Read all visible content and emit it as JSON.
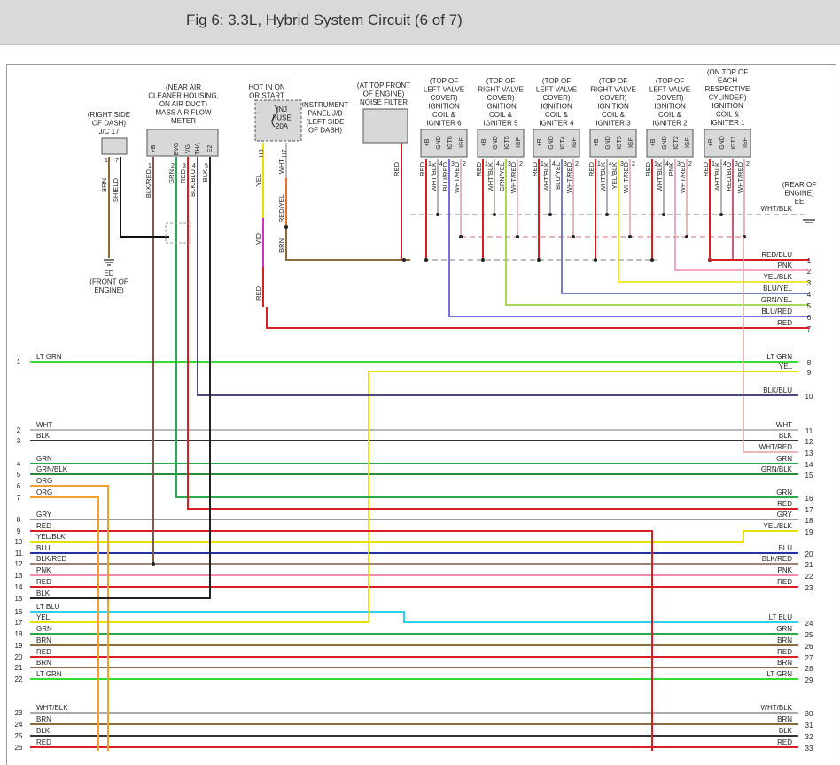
{
  "title": "Fig 6: 3.3L, Hybrid System Circuit (6 of 7)",
  "components": [
    {
      "id": "jc17",
      "lines": [
        "(RIGHT SIDE",
        "OF DASH)",
        "J/C 17"
      ]
    },
    {
      "id": "maf",
      "lines": [
        "(NEAR AIR",
        "CLEANER HOUSING,",
        "ON AIR DUCT)",
        "MASS AIR FLOW",
        "METER"
      ]
    },
    {
      "id": "hot",
      "lines": [
        "HOT IN ON",
        "OR START"
      ]
    },
    {
      "id": "ipjb",
      "lines": [
        "INSTRUMENT",
        "PANEL J/B",
        "(LEFT SIDE",
        "OF DASH)"
      ]
    },
    {
      "id": "fuse",
      "lines": [
        "INJ",
        "FUSE",
        "20A"
      ]
    },
    {
      "id": "noise",
      "lines": [
        "(AT TOP FRONT",
        "OF ENGINE)",
        "NOISE FILTER"
      ]
    },
    {
      "id": "ign6",
      "lines": [
        "(TOP OF",
        "LEFT VALVE",
        "COVER)",
        "IGNITION",
        "COIL &",
        "IGNITER 6"
      ]
    },
    {
      "id": "ign5",
      "lines": [
        "(TOP OF",
        "RIGHT VALVE",
        "COVER)",
        "IGNITION",
        "COIL &",
        "IGNITER 5"
      ]
    },
    {
      "id": "ign4",
      "lines": [
        "(TOP OF",
        "LEFT VALVE",
        "COVER)",
        "IGNITION",
        "COIL &",
        "IGNITER 4"
      ]
    },
    {
      "id": "ign3",
      "lines": [
        "(TOP OF",
        "RIGHT VALVE",
        "COVER)",
        "IGNITION",
        "COIL &",
        "IGNITER 3"
      ]
    },
    {
      "id": "ign2",
      "lines": [
        "(TOP OF",
        "LEFT VALVE",
        "COVER)",
        "IGNITION",
        "COIL &",
        "IGNITER 2"
      ]
    },
    {
      "id": "ign1",
      "lines": [
        "(ON TOP OF",
        "EACH",
        "RESPECTIVE",
        "CYLINDER)",
        "IGNITION",
        "COIL &",
        "IGNITER 1"
      ]
    },
    {
      "id": "ed",
      "lines": [
        "ED",
        "(FRONT OF",
        "ENGINE)"
      ]
    },
    {
      "id": "ee",
      "lines": [
        "(REAR OF",
        "ENGINE)",
        "EE"
      ]
    }
  ],
  "pin_labels": {
    "jc17": [
      "1",
      "7"
    ],
    "maf": [
      "+B",
      "EVG",
      "VG",
      "THA",
      "E2"
    ],
    "maf_nums": [
      "1",
      "2",
      "3",
      "4",
      "5"
    ],
    "coil": [
      "+B",
      "GND",
      "IGT",
      "IGF"
    ],
    "coil_igt": [
      "IGT6",
      "IGT5",
      "IGT4",
      "IGT3",
      "IGT2",
      "IGT1"
    ],
    "coil_nums": [
      "1",
      "4",
      "3",
      "2"
    ]
  },
  "upper_wires": [
    {
      "id": "jc17-1",
      "label": "BRN",
      "color": "#8B6B3D"
    },
    {
      "id": "jc17-7",
      "label": "SHIELD",
      "color": "#111111"
    },
    {
      "id": "maf-1",
      "label": "BLK/RED",
      "color": "#7a5a4a"
    },
    {
      "id": "maf-2",
      "label": "GRN",
      "color": "#2aa84a"
    },
    {
      "id": "maf-3",
      "label": "RED",
      "color": "#d81f26"
    },
    {
      "id": "maf-4",
      "label": "BLK/BLU",
      "color": "#4a4a7a"
    },
    {
      "id": "maf-5",
      "label": "BLK",
      "color": "#222222"
    },
    {
      "id": "h8",
      "label": "YEL",
      "color": "#e8e000"
    },
    {
      "id": "h8b",
      "label": "VIO",
      "color": "#cc33cc"
    },
    {
      "id": "h8c",
      "label": "RED",
      "color": "#d81f26"
    },
    {
      "id": "h7",
      "label": "WHT",
      "color": "#bbbbbb"
    },
    {
      "id": "h7b",
      "label": "RED/YEL",
      "color": "#e07030"
    },
    {
      "id": "h7c",
      "label": "BRN",
      "color": "#8B6B3D"
    },
    {
      "id": "nf",
      "label": "RED",
      "color": "#d81f26"
    },
    {
      "id": "c6-b",
      "label": "RED",
      "color": "#d81f26"
    },
    {
      "id": "c6-g",
      "label": "WHT/BLK",
      "color": "#999999"
    },
    {
      "id": "c6-t",
      "label": "BLU/RED",
      "color": "#4444cc"
    },
    {
      "id": "c6-f",
      "label": "WHT/RED",
      "color": "#e0a0a0"
    },
    {
      "id": "c5-b",
      "label": "RED",
      "color": "#d81f26"
    },
    {
      "id": "c5-g",
      "label": "WHT/BLK",
      "color": "#999999"
    },
    {
      "id": "c5-t",
      "label": "GRN/YEL",
      "color": "#88cc22"
    },
    {
      "id": "c5-f",
      "label": "WHT/RED",
      "color": "#e0a0a0"
    },
    {
      "id": "c4-b",
      "label": "RED",
      "color": "#d81f26"
    },
    {
      "id": "c4-g",
      "label": "WHT/BLK",
      "color": "#999999"
    },
    {
      "id": "c4-t",
      "label": "BLU/YEL",
      "color": "#4455bb"
    },
    {
      "id": "c4-f",
      "label": "WHT/RED",
      "color": "#e0a0a0"
    },
    {
      "id": "c3-b",
      "label": "RED",
      "color": "#d81f26"
    },
    {
      "id": "c3-g",
      "label": "WHT/BLK",
      "color": "#999999"
    },
    {
      "id": "c3-t",
      "label": "YEL/BLK",
      "color": "#e8e000"
    },
    {
      "id": "c3-f",
      "label": "WHT/RED",
      "color": "#e0a0a0"
    },
    {
      "id": "c2-b",
      "label": "RED",
      "color": "#d81f26"
    },
    {
      "id": "c2-g",
      "label": "WHT/BLK",
      "color": "#999999"
    },
    {
      "id": "c2-t",
      "label": "PNK",
      "color": "#f08ab0"
    },
    {
      "id": "c2-f",
      "label": "WHT/RED",
      "color": "#e0a0a0"
    },
    {
      "id": "c1-b",
      "label": "RED",
      "color": "#d81f26"
    },
    {
      "id": "c1-g",
      "label": "WHT/BLK",
      "color": "#999999"
    },
    {
      "id": "c1-t",
      "label": "RED/BLU",
      "color": "#b0304a"
    },
    {
      "id": "c1-f",
      "label": "WHT/RED",
      "color": "#e0a0a0"
    }
  ],
  "upper_right": [
    {
      "label": "WHT/BLK",
      "num": "",
      "color": "#aaaaaa"
    },
    {
      "label": "RED/BLU",
      "num": "1",
      "color": "#b0304a"
    },
    {
      "label": "PNK",
      "num": "2",
      "color": "#f08ab0"
    },
    {
      "label": "YEL/BLK",
      "num": "3",
      "color": "#e8e000"
    },
    {
      "label": "BLU/YEL",
      "num": "4",
      "color": "#4455bb"
    },
    {
      "label": "GRN/YEL",
      "num": "5",
      "color": "#88cc22"
    },
    {
      "label": "BLU/RED",
      "num": "6",
      "color": "#4444cc"
    },
    {
      "label": "RED",
      "num": "7",
      "color": "#d81f26"
    }
  ],
  "left_wires": [
    {
      "num": "1",
      "label": "LT GRN",
      "color": "#33dd33"
    },
    {
      "num": "2",
      "label": "WHT",
      "color": "#bbbbbb"
    },
    {
      "num": "3",
      "label": "BLK",
      "color": "#333333"
    },
    {
      "num": "4",
      "label": "GRN",
      "color": "#2aa84a"
    },
    {
      "num": "5",
      "label": "GRN/BLK",
      "color": "#2a8a3a"
    },
    {
      "num": "6",
      "label": "ORG",
      "color": "#f0a030"
    },
    {
      "num": "7",
      "label": "ORG",
      "color": "#f0a030"
    },
    {
      "num": "8",
      "label": "GRY",
      "color": "#999999"
    },
    {
      "num": "9",
      "label": "RED",
      "color": "#d81f26"
    },
    {
      "num": "10",
      "label": "YEL/BLK",
      "color": "#e8e000"
    },
    {
      "num": "11",
      "label": "BLU",
      "color": "#2233aa"
    },
    {
      "num": "12",
      "label": "BLK/RED",
      "color": "#7a5a4a"
    },
    {
      "num": "13",
      "label": "PNK",
      "color": "#f08ab0"
    },
    {
      "num": "14",
      "label": "RED",
      "color": "#d81f26"
    },
    {
      "num": "15",
      "label": "BLK",
      "color": "#333333"
    },
    {
      "num": "16",
      "label": "LT BLU",
      "color": "#33ccee"
    },
    {
      "num": "17",
      "label": "YEL",
      "color": "#e8e000"
    },
    {
      "num": "18",
      "label": "GRN",
      "color": "#2aa84a"
    },
    {
      "num": "19",
      "label": "BRN",
      "color": "#8B6B3D"
    },
    {
      "num": "20",
      "label": "RED",
      "color": "#d81f26"
    },
    {
      "num": "21",
      "label": "BRN",
      "color": "#8B6B3D"
    },
    {
      "num": "22",
      "label": "LT GRN",
      "color": "#33dd33"
    },
    {
      "num": "23",
      "label": "WHT/BLK",
      "color": "#aaaaaa"
    },
    {
      "num": "24",
      "label": "BRN",
      "color": "#8B6B3D"
    },
    {
      "num": "25",
      "label": "BLK",
      "color": "#333333"
    },
    {
      "num": "26",
      "label": "RED",
      "color": "#d81f26"
    }
  ],
  "right_wires": [
    {
      "num": "8",
      "label": "LT GRN",
      "color": "#33dd33"
    },
    {
      "num": "9",
      "label": "YEL",
      "color": "#e8e000"
    },
    {
      "num": "10",
      "label": "BLK/BLU",
      "color": "#4a4a7a"
    },
    {
      "num": "11",
      "label": "WHT",
      "color": "#bbbbbb"
    },
    {
      "num": "12",
      "label": "BLK",
      "color": "#333333"
    },
    {
      "num": "13",
      "label": "WHT/RED",
      "color": "#e0a0a0"
    },
    {
      "num": "14",
      "label": "GRN",
      "color": "#2aa84a"
    },
    {
      "num": "15",
      "label": "GRN/BLK",
      "color": "#2a8a3a"
    },
    {
      "num": "16",
      "label": "GRN",
      "color": "#2aa84a"
    },
    {
      "num": "17",
      "label": "RED",
      "color": "#d81f26"
    },
    {
      "num": "18",
      "label": "GRY",
      "color": "#999999"
    },
    {
      "num": "19",
      "label": "YEL/BLK",
      "color": "#e8e000"
    },
    {
      "num": "20",
      "label": "BLU",
      "color": "#2233aa"
    },
    {
      "num": "21",
      "label": "BLK/RED",
      "color": "#7a5a4a"
    },
    {
      "num": "22",
      "label": "PNK",
      "color": "#f08ab0"
    },
    {
      "num": "23",
      "label": "RED",
      "color": "#d81f26"
    },
    {
      "num": "24",
      "label": "LT BLU",
      "color": "#33ccee"
    },
    {
      "num": "25",
      "label": "GRN",
      "color": "#2aa84a"
    },
    {
      "num": "26",
      "label": "BRN",
      "color": "#8B6B3D"
    },
    {
      "num": "27",
      "label": "RED",
      "color": "#d81f26"
    },
    {
      "num": "28",
      "label": "BRN",
      "color": "#8B6B3D"
    },
    {
      "num": "29",
      "label": "LT GRN",
      "color": "#33dd33"
    },
    {
      "num": "30",
      "label": "WHT/BLK",
      "color": "#aaaaaa"
    },
    {
      "num": "31",
      "label": "BRN",
      "color": "#8B6B3D"
    },
    {
      "num": "32",
      "label": "BLK",
      "color": "#333333"
    },
    {
      "num": "33",
      "label": "RED",
      "color": "#d81f26"
    }
  ]
}
